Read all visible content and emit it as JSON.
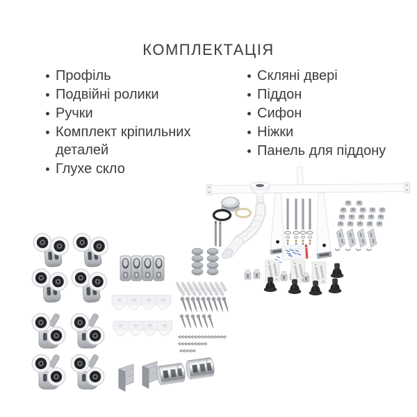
{
  "title": "КОМПЛЕКТАЦІЯ",
  "lists": {
    "left": {
      "items": [
        "Профіль",
        "Подвійні ролики",
        "Ручки",
        "Комплект кріпильних деталей",
        "Глухе скло"
      ]
    },
    "right": {
      "items": [
        "Скляні двері",
        "Піддон",
        "Сифон",
        "Ніжки",
        "Панель для піддону"
      ]
    }
  },
  "images": {
    "hardware_kit": {
      "description": "sliding-door hardware photo collage",
      "parts": [
        "double-roller-top-icon x4",
        "double-roller-lever-icon x4",
        "glass-clip-icon x4",
        "cover-cap-icon x8",
        "clear-profile-bracket-icon x2",
        "wall-anchor-icon x17",
        "screw-icon x15",
        "tiny-screw-row x3",
        "corner-bracket-icon x2",
        "chrome-knob-handle-icon x2"
      ]
    },
    "tray_kit": {
      "description": "shower tray installation kit photo collage",
      "parts": [
        "support-frame-icon",
        "drain-flange-icon",
        "flex-hose-icon",
        "chrome-drain-cap-icon",
        "rubber-o-ring-icon",
        "fiber-gasket-icon",
        "metal-pin-icon x2",
        "threaded-rod-icon x4",
        "washer-nut-set-icon x4",
        "screw-bag-icon",
        "hex-nut-icon x17",
        "l-bracket-icon x4",
        "panel-clip-icon x6",
        "mounting-plate-icon x3",
        "adjustable-foot-icon x5"
      ]
    }
  },
  "colors": {
    "background": "#ffffff",
    "text": "#3c3c3f",
    "metal_gray": "#b4b7bc",
    "wheel_dark": "#232327",
    "frame_white": "#fcfcfd",
    "accent_red": "#d94f4a",
    "accent_blue": "#5d7fc0",
    "brass": "#c9ad76",
    "gasket_cream": "#d8cda6"
  }
}
